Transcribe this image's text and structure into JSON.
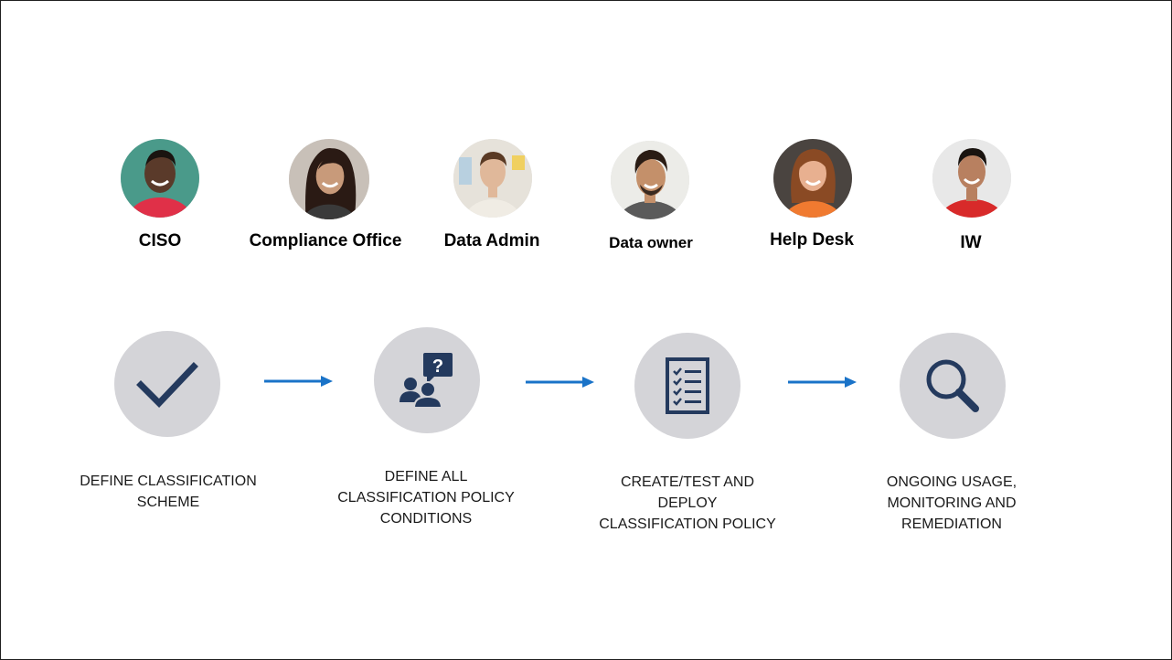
{
  "personas": [
    {
      "label": "CISO",
      "skin": "#5a3a2a",
      "hair": "#1a1410",
      "shirt": "#e03048",
      "bg": "#4a9a8a"
    },
    {
      "label": "Compliance Office",
      "skin": "#c89a7a",
      "hair": "#2a1a14",
      "shirt": "#3a3a3a",
      "bg": "#c8c0b8"
    },
    {
      "label": "Data Admin",
      "skin": "#e0b89a",
      "hair": "#5a3a24",
      "shirt": "#f0ece4",
      "bg": "#e6e2da"
    },
    {
      "label": "Data owner",
      "skin": "#c4906a",
      "hair": "#2a1c14",
      "shirt": "#5a5a5a",
      "bg": "#ecece8"
    },
    {
      "label": "Help Desk",
      "skin": "#e8b090",
      "hair": "#8a4a24",
      "shirt": "#f07a30",
      "bg": "#4a4440"
    },
    {
      "label": "IW",
      "skin": "#b88060",
      "hair": "#1a1410",
      "shirt": "#d82a2a",
      "bg": "#e8e8e8"
    }
  ],
  "steps": [
    {
      "icon": "checkmark-icon",
      "lines": [
        "DEFINE CLASSIFICATION",
        "SCHEME"
      ]
    },
    {
      "icon": "people-question-icon",
      "lines": [
        "DEFINE ALL",
        "CLASSIFICATION POLICY",
        "CONDITIONS"
      ]
    },
    {
      "icon": "checklist-icon",
      "lines": [
        "CREATE/TEST AND",
        "DEPLOY",
        "CLASSIFICATION POLICY"
      ]
    },
    {
      "icon": "magnifier-icon",
      "lines": [
        "ONGOING USAGE,",
        "MONITORING AND",
        "REMEDIATION"
      ]
    }
  ],
  "colors": {
    "icon": "#243a5e",
    "arrow": "#1a73c8",
    "circle": "#d4d4d8"
  }
}
